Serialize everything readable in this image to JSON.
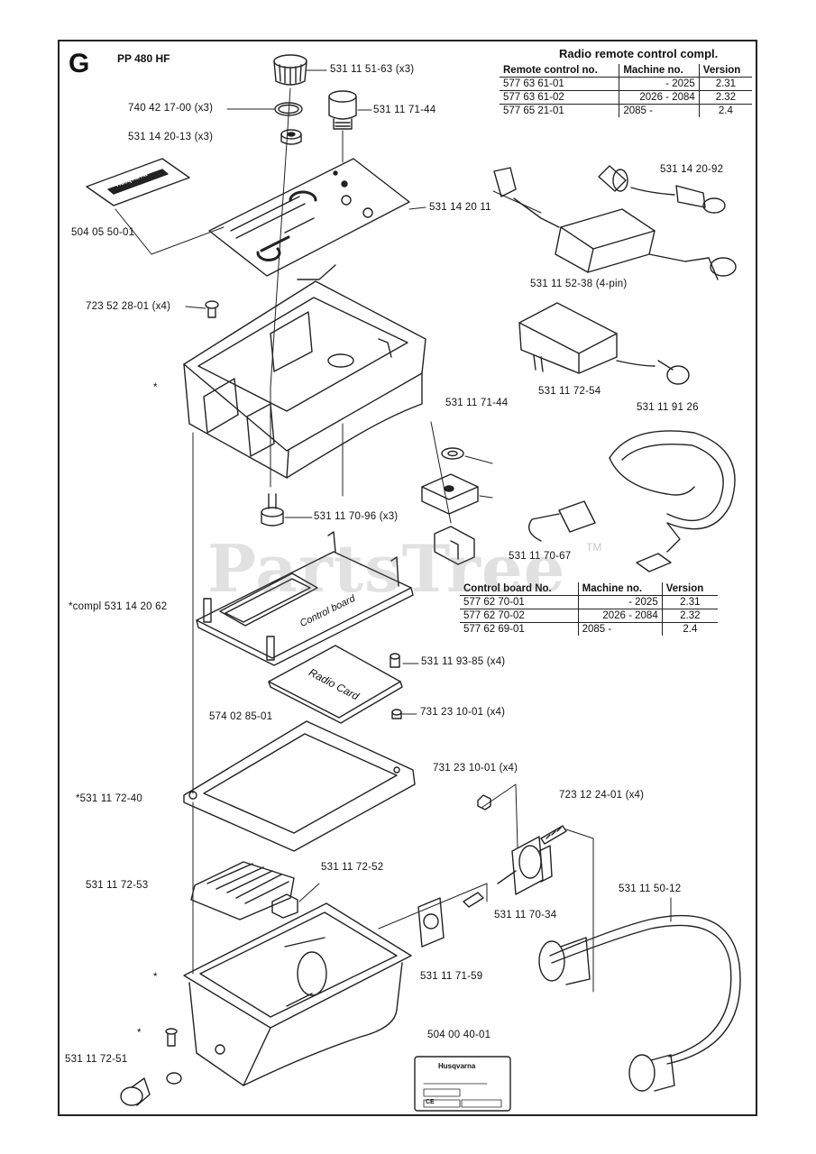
{
  "section": "G",
  "model": "PP 480 HF",
  "remote_control": {
    "title": "Radio remote control compl.",
    "headers": [
      "Remote control no.",
      "Machine no.",
      "Version"
    ],
    "rows": [
      [
        "577 63 61-01",
        "- 2025",
        "2.31"
      ],
      [
        "577 63 61-02",
        "2026 - 2084",
        "2.32"
      ],
      [
        "577 65 21-01",
        "2085 -",
        "2.4"
      ]
    ]
  },
  "control_board": {
    "headers": [
      "Control board No.",
      "Machine no.",
      "Version"
    ],
    "rows": [
      [
        "577 62 70-01",
        "- 2025",
        "2.31"
      ],
      [
        "577 62 70-02",
        "2026 - 2084",
        "2.32"
      ],
      [
        "577 62 69-01",
        "2085 -",
        "2.4"
      ]
    ]
  },
  "labels": {
    "p1": "531 11 51-63 (x3)",
    "p2": "740 42 17-00 (x3)",
    "p3": "531 11 71-44",
    "p4": "531 14 20-13 (x3)",
    "p5": "504 05 50-01",
    "p6": "531 14 20 11",
    "p7": "531 14 20-92",
    "p8": "531 11 52-38 (4-pin)",
    "p9": "723 52 28-01 (x4)",
    "p10": "531 11 72-54",
    "p11": "531 11 91 26",
    "p12": "531 11 71-44",
    "p13": "531 11 70-96 (x3)",
    "p14": "531 11 70-67",
    "p15": "*compl 531 14 20 62",
    "p16": "531 11 93-85 (x4)",
    "p17": "574 02 85-01",
    "p18": "731 23 10-01 (x4)",
    "p19": "731 23 10-01 (x4)",
    "p20": "723 12 24-01 (x4)",
    "p21": "*531 11 72-40",
    "p22": "531 11 72-52",
    "p23": "531 11 72-53",
    "p24": "531 11 50-12",
    "p25": "531 11 70-34",
    "p26": "531 11 71-59",
    "p27": "504 00 40-01",
    "p28": "531 11 72-51",
    "star1": "*",
    "star2": "*",
    "star3": "*"
  },
  "part_text": {
    "control_board": "Control board",
    "radio_card": "Radio Card",
    "brand_decal": "Husqvarna",
    "plate_brand": "Husqvarna",
    "ce": "CE"
  },
  "watermark": {
    "text": "PartsTree",
    "tm": "TM"
  }
}
